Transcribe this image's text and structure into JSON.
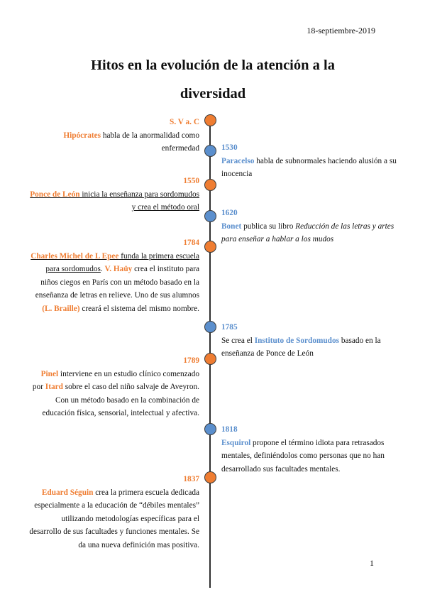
{
  "header": {
    "date": "18-septiembre-2019"
  },
  "title": {
    "line1": "Hitos en la evolución de la atención a la",
    "line2": "diversidad"
  },
  "entries": {
    "svac": {
      "year": "S. V a. C",
      "name": "Hipócrates",
      "text": " habla de la anormalidad como enfermedad"
    },
    "e1530": {
      "year": "1530",
      "name": "Paracelso",
      "text": " habla de subnormales haciendo alusión a su inocencia"
    },
    "e1550": {
      "year": "1550",
      "name": "Ponce de León",
      "text": " inicia la enseñanza para sordomudos y crea el método oral"
    },
    "e1620": {
      "year": "1620",
      "name": "Bonet",
      "text1": " publica su libro ",
      "book": "Reducción de las letras y artes para enseñar a hablar a los mudos"
    },
    "e1784": {
      "year": "1784",
      "name1": "Charles Michel de L Epee",
      "text1": " funda la primera escuela para sordomudos",
      "text2": ". ",
      "name2": "V. Haüy",
      "text3": " crea el instituto para niños ciegos en París con un método basado en la enseñanza de letras en relieve. Uno de sus alumnos ",
      "name3": "(L. Braille)",
      "text4": " creará el sistema del mismo nombre."
    },
    "e1785": {
      "year": "1785",
      "text1": "Se crea el ",
      "name": "Instituto de Sordomudos",
      "text2": " basado en la enseñanza de Ponce de León"
    },
    "e1789": {
      "year": "1789",
      "name1": "Pinel",
      "text1": " interviene en un estudio clínico comenzado por ",
      "name2": "Itard",
      "text2": " sobre el caso del niño salvaje de Aveyron. Con un método basado en la combinación de educación física, sensorial, intelectual y afectiva."
    },
    "e1818": {
      "year": "1818",
      "name": "Esquirol",
      "text": " propone el término idiota para retrasados mentales, definiéndolos como personas que no han desarrollado sus facultades mentales."
    },
    "e1837": {
      "year": "1837",
      "name": "Eduard Séguin",
      "text": " crea la primera escuela dedicada especialmente a la educación de “débiles mentales” utilizando metodologías específicas para el desarrollo de sus facultades y funciones mentales. Se da una nueva definición mas positiva."
    }
  },
  "footer": {
    "page_number": "1"
  },
  "colors": {
    "orange": "#ef7d32",
    "blue": "#5b8fcd"
  }
}
